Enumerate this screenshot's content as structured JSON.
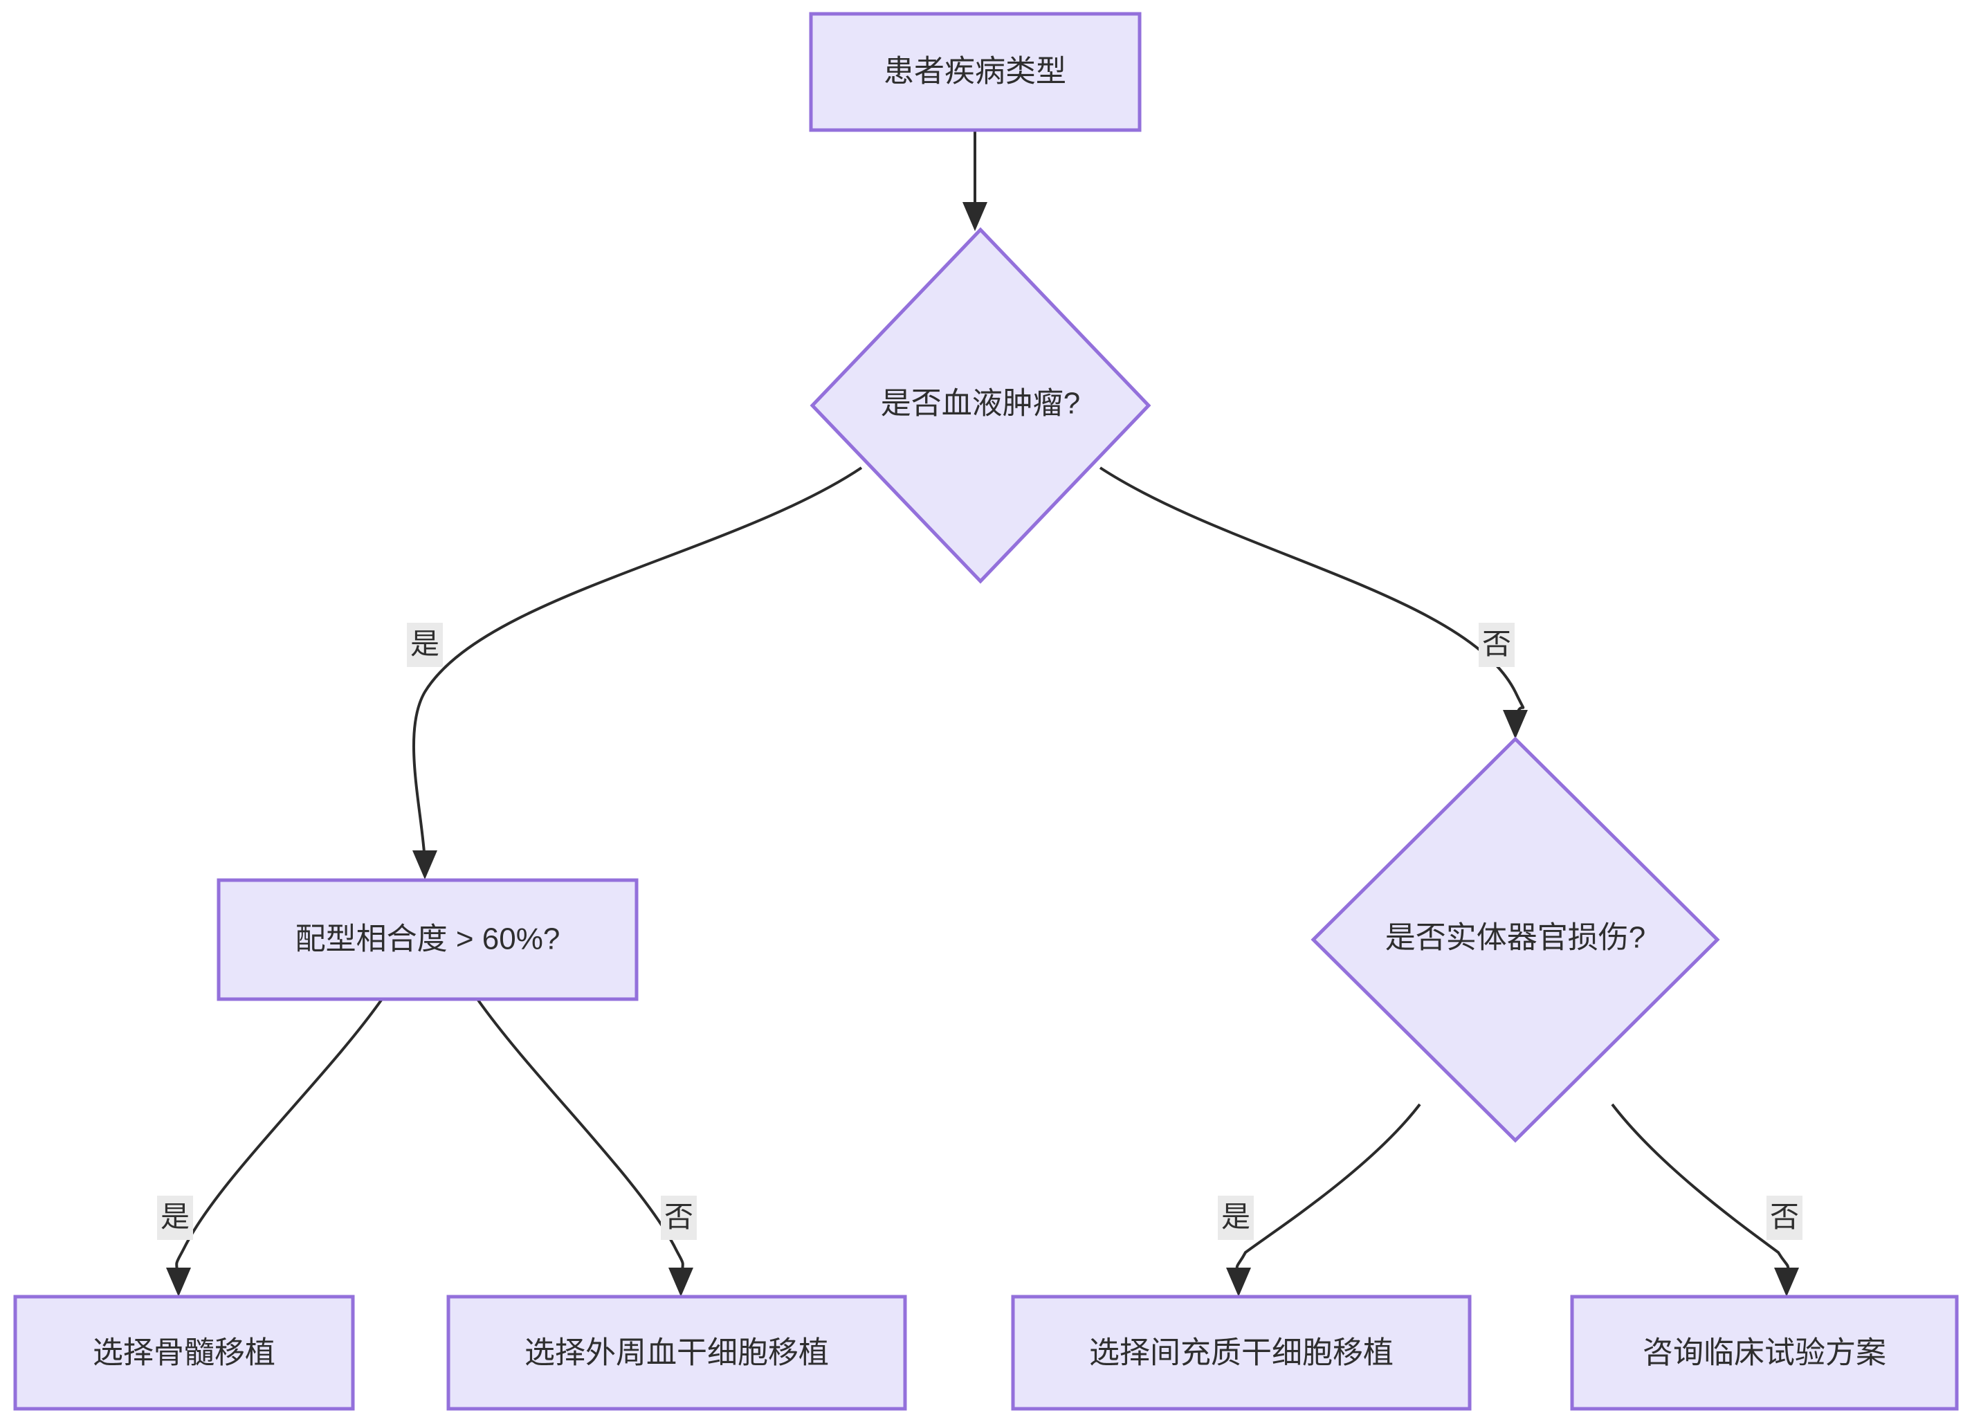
{
  "diagram": {
    "type": "flowchart",
    "direction": "top-down",
    "theme": {
      "node_fill": "#e8e5fb",
      "node_border": "#9370db",
      "edge_color": "#2b2b2b",
      "edge_label_bg": "#eaeaea",
      "text_color": "#2e2e2e",
      "background": "#ffffff"
    },
    "nodes": [
      {
        "id": "root",
        "label": "患者疾病类型",
        "shape": "rect"
      },
      {
        "id": "q_heme",
        "label": "是否血液肿瘤?",
        "shape": "diamond"
      },
      {
        "id": "q_match",
        "label": "配型相合度 > 60%?",
        "shape": "rect"
      },
      {
        "id": "q_organ",
        "label": "是否实体器官损伤?",
        "shape": "diamond"
      },
      {
        "id": "leaf_bm",
        "label": "选择骨髓移植",
        "shape": "rect"
      },
      {
        "id": "leaf_pbsc",
        "label": "选择外周血干细胞移植",
        "shape": "rect"
      },
      {
        "id": "leaf_msc",
        "label": "选择间充质干细胞移植",
        "shape": "rect"
      },
      {
        "id": "leaf_trial",
        "label": "咨询临床试验方案",
        "shape": "rect"
      }
    ],
    "edges": [
      {
        "from": "root",
        "to": "q_heme",
        "label": ""
      },
      {
        "from": "q_heme",
        "to": "q_match",
        "label": "是"
      },
      {
        "from": "q_heme",
        "to": "q_organ",
        "label": "否"
      },
      {
        "from": "q_match",
        "to": "leaf_bm",
        "label": "是"
      },
      {
        "from": "q_match",
        "to": "leaf_pbsc",
        "label": "否"
      },
      {
        "from": "q_organ",
        "to": "leaf_msc",
        "label": "是"
      },
      {
        "from": "q_organ",
        "to": "leaf_trial",
        "label": "否"
      }
    ]
  }
}
